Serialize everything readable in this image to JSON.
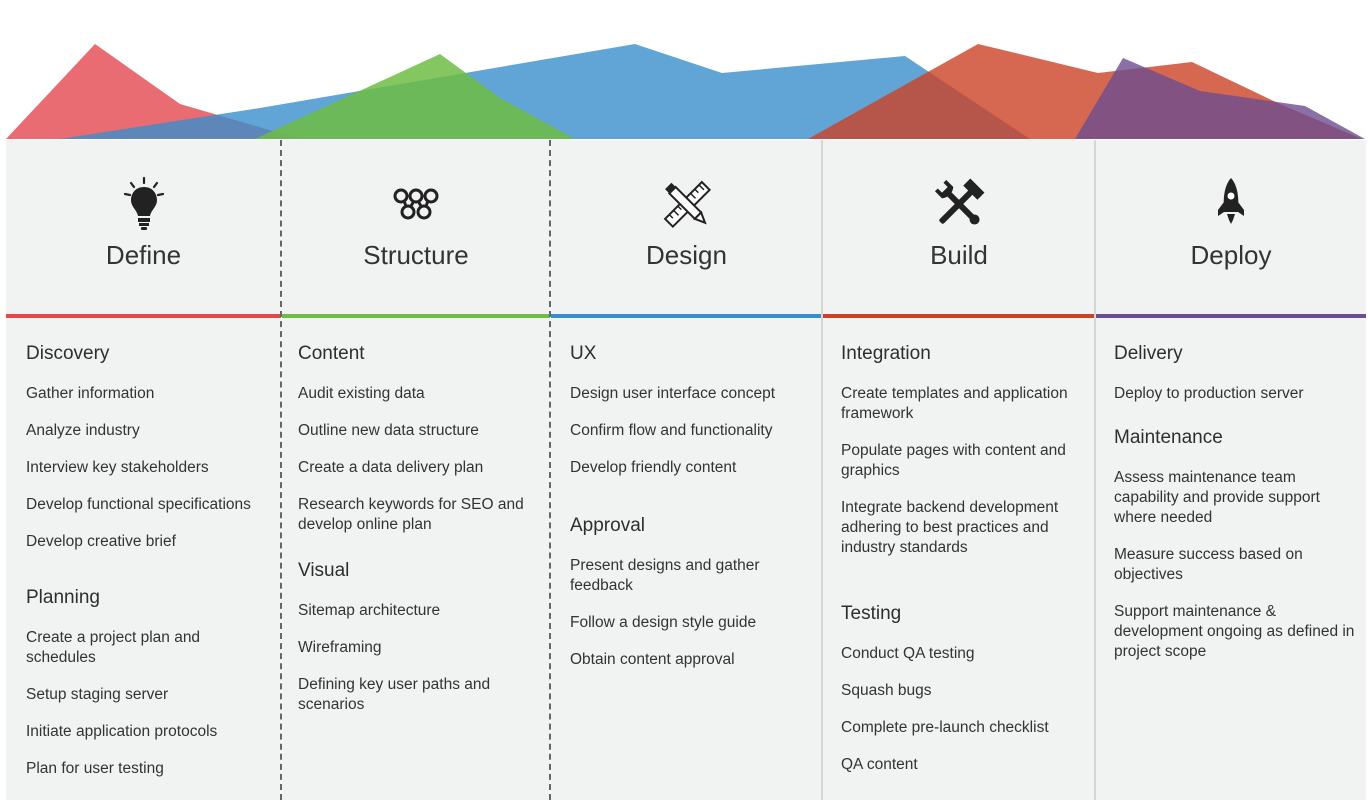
{
  "colors": {
    "panel": "#f1f2f2",
    "text": "#333333",
    "define": "#e2474d",
    "structure": "#6ebd44",
    "design": "#3a8dcc",
    "build": "#cc4125",
    "deploy": "#6b4e8f"
  },
  "columns": [
    {
      "title": "Define",
      "icon": "lightbulb-icon",
      "sections": [
        {
          "heading": "Discovery",
          "items": [
            "Gather information",
            "Analyze industry",
            "Interview key stakeholders",
            "Develop functional specifications",
            "Develop creative brief"
          ]
        },
        {
          "heading": "Planning",
          "items": [
            "Create a project plan and schedules",
            "Setup staging server",
            "Initiate application protocols",
            "Plan for user testing"
          ]
        }
      ]
    },
    {
      "title": "Structure",
      "icon": "sitemap-nodes-icon",
      "sections": [
        {
          "heading": "Content",
          "items": [
            "Audit existing data",
            "Outline new data structure",
            "Create a data delivery plan",
            "Research keywords for SEO and develop online plan"
          ]
        },
        {
          "heading": "Visual",
          "items": [
            "Sitemap architecture",
            "Wireframing",
            "Defining key user paths and scenarios"
          ]
        }
      ]
    },
    {
      "title": "Design",
      "icon": "pencil-ruler-icon",
      "sections": [
        {
          "heading": "UX",
          "items": [
            "Design user interface concept",
            "Confirm flow and functionality",
            "Develop friendly content"
          ]
        },
        {
          "heading": "Approval",
          "items": [
            "Present designs and gather feedback",
            "Follow a design style guide",
            "Obtain content approval"
          ]
        }
      ]
    },
    {
      "title": "Build",
      "icon": "hammer-wrench-icon",
      "sections": [
        {
          "heading": "Integration",
          "items": [
            "Create templates and application framework",
            "Populate pages with content and graphics",
            "Integrate backend development adhering to best practices and industry standards"
          ]
        },
        {
          "heading": "Testing",
          "items": [
            "Conduct QA testing",
            "Squash bugs",
            "Complete pre-launch checklist",
            "QA content"
          ]
        }
      ]
    },
    {
      "title": "Deploy",
      "icon": "rocket-icon",
      "sections": [
        {
          "heading": "Delivery",
          "items": [
            "Deploy to production server"
          ]
        },
        {
          "heading": "Maintenance",
          "items": [
            "Assess maintenance team capability and provide support where needed",
            "Measure success based on objectives",
            "Support maintenance & development ongoing as defined in project scope"
          ]
        }
      ]
    }
  ]
}
